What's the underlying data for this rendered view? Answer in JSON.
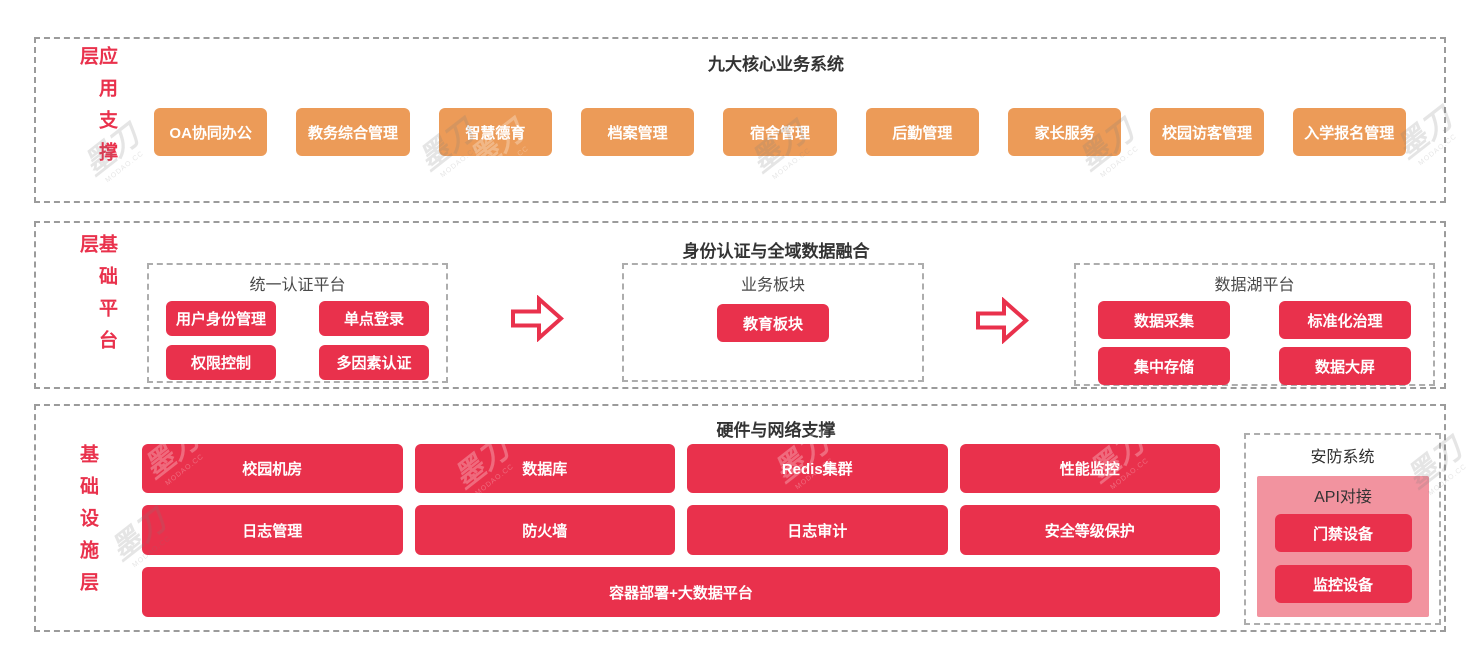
{
  "watermark": {
    "logo": "墨刀",
    "subtext": "MODAO.CC"
  },
  "colors": {
    "accent_red": "#E9314C",
    "accent_orange": "#EC9B58",
    "panel_pink": "#F2939F",
    "border_gray": "#9B9B9B",
    "title_dark": "#333333"
  },
  "app_layer": {
    "label": "应用支撑层",
    "title": "九大核心业务系统",
    "apps": [
      "OA协同办公",
      "教务综合管理",
      "智慧德育",
      "档案管理",
      "宿舍管理",
      "后勤管理",
      "家长服务",
      "校园访客管理",
      "入学报名管理"
    ]
  },
  "platform_layer": {
    "label": "基础平台层",
    "title": "身份认证与全域数据融合",
    "auth_group": {
      "title": "统一认证平台",
      "items": [
        "用户身份管理",
        "单点登录",
        "权限控制",
        "多因素认证"
      ]
    },
    "business_group": {
      "title": "业务板块",
      "items": [
        "教育板块"
      ]
    },
    "datalake_group": {
      "title": "数据湖平台",
      "items": [
        "数据采集",
        "标准化治理",
        "集中存储",
        "数据大屏"
      ]
    }
  },
  "infra_layer": {
    "label": "基础设施层",
    "title": "硬件与网络支撑",
    "grid": [
      "校园机房",
      "数据库",
      "Redis集群",
      "性能监控",
      "日志管理",
      "防火墙",
      "日志审计",
      "安全等级保护"
    ],
    "wide": "容器部署+大数据平台",
    "security": {
      "title": "安防系统",
      "panel_title": "API对接",
      "items": [
        "门禁设备",
        "监控设备"
      ]
    }
  }
}
